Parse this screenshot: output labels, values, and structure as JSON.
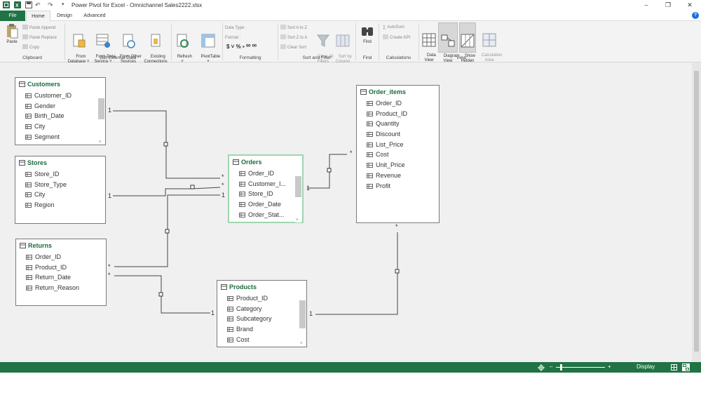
{
  "window": {
    "title": "Power Pivot for Excel - Omnichannel Sales2222.xlsx"
  },
  "tabs": [
    {
      "label": "File"
    },
    {
      "label": "Home"
    },
    {
      "label": "Design"
    },
    {
      "label": "Advanced"
    }
  ],
  "ribbon": {
    "clipboard": {
      "paste": "Paste",
      "paste_append": "Paste Append",
      "paste_replace": "Paste Replace",
      "copy": "Copy",
      "group": "Clipboard"
    },
    "external": {
      "from_database": "From\nDatabase ˅",
      "from_data_service": "From Data\nService ˅",
      "from_other": "From Other\nSources",
      "existing": "Existing\nConnections",
      "group": "Get External Data"
    },
    "refresh": {
      "label": "Refresh\n˅"
    },
    "pivottable": {
      "label": "PivotTable\n˅"
    },
    "formatting": {
      "data_type": "Data Type :",
      "format": "Format :",
      "symbols": "$ ˅ % ▪ ⁰⁰ ⁰⁰",
      "group": "Formatting"
    },
    "sort": {
      "sort_az": "Sort A to Z",
      "sort_za": "Sort Z to A",
      "clear_sort": "Clear Sort",
      "clear_filters": "Clear All\nFilters",
      "sort_by_column": "Sort by\nColumn",
      "group": "Sort and Filter"
    },
    "find": {
      "label": "Find",
      "group": "Find"
    },
    "calculations": {
      "autosum": "AutoSum",
      "create_kpi": "Create KPI",
      "group": "Calculations"
    },
    "view": {
      "data_view": "Data\nView",
      "diagram_view": "Diagram\nView",
      "show_hidden": "Show\nHidden",
      "calc_area": "Calculation\nArea",
      "group": "View"
    }
  },
  "tables": [
    {
      "name": "Customers",
      "fields": [
        "Customer_ID",
        "Gender",
        "Birth_Date",
        "City",
        "Segment"
      ]
    },
    {
      "name": "Stores",
      "fields": [
        "Store_ID",
        "Store_Type",
        "City",
        "Region"
      ]
    },
    {
      "name": "Returns",
      "fields": [
        "Order_ID",
        "Product_ID",
        "Return_Date",
        "Return_Reason"
      ]
    },
    {
      "name": "Orders",
      "fields": [
        "Order_ID",
        "Customer_I...",
        "Store_ID",
        "Order_Date",
        "Order_Stat..."
      ]
    },
    {
      "name": "Order_items",
      "fields": [
        "Order_ID",
        "Product_ID",
        "Quantity",
        "Discount",
        "List_Price",
        "Cost",
        "Unit_Price",
        "Revenue",
        "Profit"
      ]
    },
    {
      "name": "Products",
      "fields": [
        "Product_ID",
        "Category",
        "Subcategory",
        "Brand",
        "Cost"
      ]
    }
  ],
  "relationships": [
    {
      "from": "Customers",
      "to": "Orders",
      "from_card": "1",
      "to_card": "*"
    },
    {
      "from": "Stores",
      "to": "Orders",
      "from_card": "1",
      "to_card": "1"
    },
    {
      "from": "Returns",
      "to": "Orders",
      "from_card": "*",
      "to_card": "*"
    },
    {
      "from": "Orders",
      "to": "Order_items",
      "from_card": "1",
      "to_card": "*"
    },
    {
      "from": "Returns",
      "to": "Products",
      "from_card": "*",
      "to_card": "1"
    },
    {
      "from": "Products",
      "to": "Order_items",
      "from_card": "1",
      "to_card": "*"
    }
  ],
  "status": {
    "zoom_minus": "–",
    "zoom_plus": "+",
    "display": "Display"
  },
  "colors": {
    "accent": "#217346",
    "table_title": "#1c6b3c",
    "help": "#1e6fd9"
  }
}
